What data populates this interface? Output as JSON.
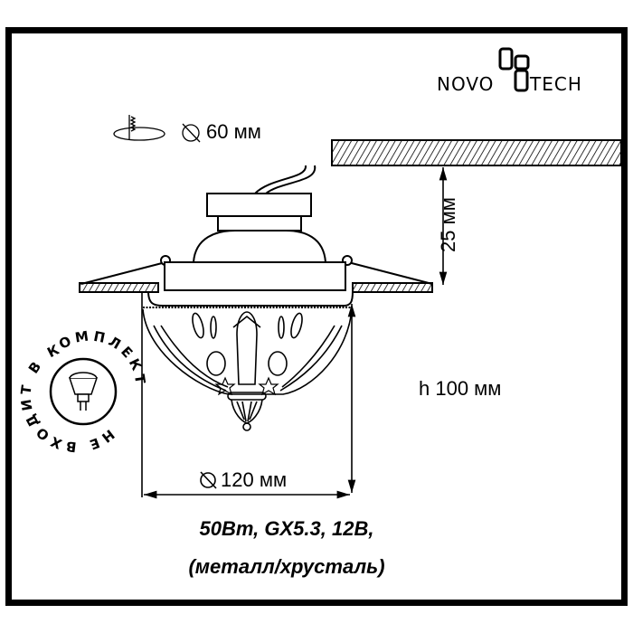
{
  "brand": {
    "logo_text": "NOVOTECH"
  },
  "dimensions": {
    "cutout": "60 мм",
    "ceiling_depth": "25 мм",
    "height": "h 100 мм",
    "diameter": "120 мм"
  },
  "bulb_notice": "НЕ ВХОДИТ В КОМПЛЕКТ",
  "specs": {
    "line1": "50Вт, GX5.3, 12В,",
    "line2": "(металл/хрусталь)"
  },
  "icons": [
    "hole-saw-icon",
    "diameter-icon",
    "bulb-icon"
  ],
  "colors": {
    "ink": "#000000",
    "background": "#ffffff"
  }
}
